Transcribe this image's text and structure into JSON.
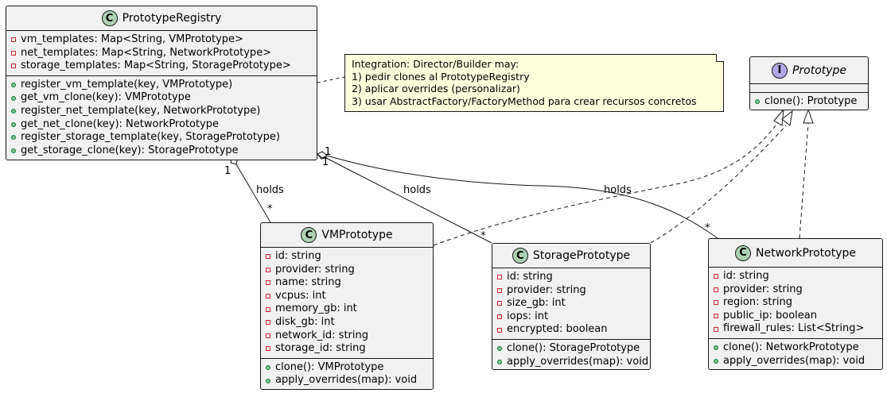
{
  "classes": {
    "registry": {
      "badge": "C",
      "name": "PrototypeRegistry",
      "fields": [
        "vm_templates: Map<String, VMPrototype>",
        "net_templates: Map<String, NetworkPrototype>",
        "storage_templates: Map<String, StoragePrototype>"
      ],
      "methods": [
        "register_vm_template(key, VMPrototype)",
        "get_vm_clone(key): VMPrototype",
        "register_net_template(key, NetworkPrototype)",
        "get_net_clone(key): NetworkPrototype",
        "register_storage_template(key, StoragePrototype)",
        "get_storage_clone(key): StoragePrototype"
      ]
    },
    "prototype": {
      "badge": "I",
      "name": "Prototype",
      "methods": [
        "clone(): Prototype"
      ]
    },
    "vm": {
      "badge": "C",
      "name": "VMPrototype",
      "fields": [
        "id: string",
        "provider: string",
        "name: string",
        "vcpus: int",
        "memory_gb: int",
        "disk_gb: int",
        "network_id: string",
        "storage_id: string"
      ],
      "methods": [
        "clone(): VMPrototype",
        "apply_overrides(map): void"
      ]
    },
    "storage": {
      "badge": "C",
      "name": "StoragePrototype",
      "fields": [
        "id: string",
        "provider: string",
        "size_gb: int",
        "iops: int",
        "encrypted: boolean"
      ],
      "methods": [
        "clone(): StoragePrototype",
        "apply_overrides(map): void"
      ]
    },
    "network": {
      "badge": "C",
      "name": "NetworkPrototype",
      "fields": [
        "id: string",
        "provider: string",
        "region: string",
        "public_ip: boolean",
        "firewall_rules: List<String>"
      ],
      "methods": [
        "clone(): NetworkPrototype",
        "apply_overrides(map): void"
      ]
    }
  },
  "note": {
    "lines": [
      "Integration: Director/Builder may:",
      "1) pedir clones al PrototypeRegistry",
      "2) aplicar overrides (personalizar)",
      "3) usar AbstractFactory/FactoryMethod para crear recursos concretos"
    ]
  },
  "relations": {
    "holds_label": "holds",
    "one": "1",
    "many": "*"
  }
}
